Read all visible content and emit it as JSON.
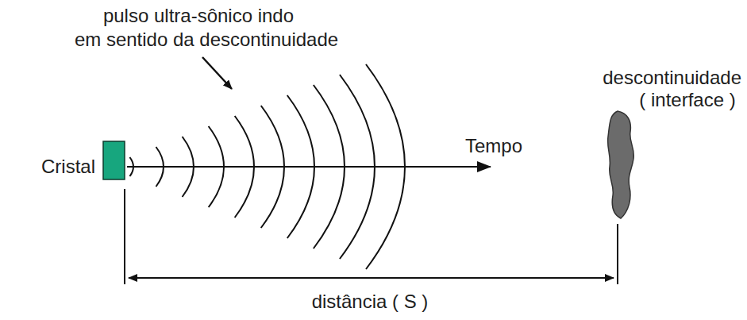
{
  "diagram": {
    "labels": [
      "pulso ultra-sônico indo",
      "em sentido da descontinuidade",
      "Cristal",
      "Tempo",
      "descontinuidade",
      "( interface )",
      "distância ( S )"
    ]
  }
}
